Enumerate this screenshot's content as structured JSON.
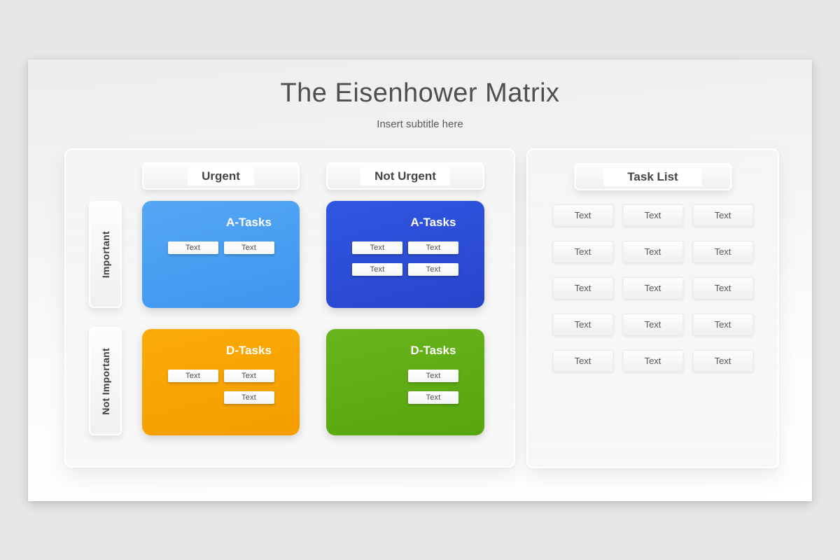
{
  "slide": {
    "title": "The Eisenhower Matrix",
    "subtitle": "Insert subtitle here"
  },
  "matrix": {
    "column_headers": [
      "Urgent",
      "Not Urgent"
    ],
    "row_headers": [
      "Important",
      "Not Important"
    ],
    "quadrants": [
      {
        "title": "A-Tasks",
        "row": "Important",
        "column": "Urgent",
        "color": "#4a9ff2",
        "color_top": "#55a7f5",
        "color_bottom": "#3e95ef",
        "button_rows": [
          [
            "Text",
            "Text"
          ]
        ]
      },
      {
        "title": "A-Tasks",
        "row": "Important",
        "column": "Not Urgent",
        "color": "#2c4dd6",
        "color_top": "#3156e2",
        "color_bottom": "#2845cb",
        "button_rows": [
          [
            "Text",
            "Text"
          ],
          [
            "Text",
            "Text"
          ]
        ]
      },
      {
        "title": "D-Tasks",
        "row": "Not Important",
        "column": "Urgent",
        "color": "#f9a402",
        "color_top": "#fbab07",
        "color_bottom": "#f49d00",
        "button_rows": [
          [
            "Text",
            "Text"
          ],
          [
            null,
            "Text"
          ]
        ]
      },
      {
        "title": "D-Tasks",
        "row": "Not Important",
        "column": "Not Urgent",
        "color": "#5fad14",
        "color_top": "#68b41d",
        "color_bottom": "#57a60e",
        "button_rows": [
          [
            null,
            "Text"
          ],
          [
            null,
            "Text"
          ]
        ]
      }
    ]
  },
  "task_list": {
    "header": "Task List",
    "cells": [
      [
        "Text",
        "Text",
        "Text"
      ],
      [
        "Text",
        "Text",
        "Text"
      ],
      [
        "Text",
        "Text",
        "Text"
      ],
      [
        "Text",
        "Text",
        "Text"
      ],
      [
        "Text",
        "Text",
        "Text"
      ]
    ]
  },
  "colors": {
    "page_background": "#e7e5e6",
    "slide_background": "#fafafa",
    "panel_background": "#f6f5f5",
    "plate_text": "#454545",
    "title_text": "#4f4f51",
    "card_button_text": "#4a4a4a",
    "task_cell_text": "#595959"
  }
}
